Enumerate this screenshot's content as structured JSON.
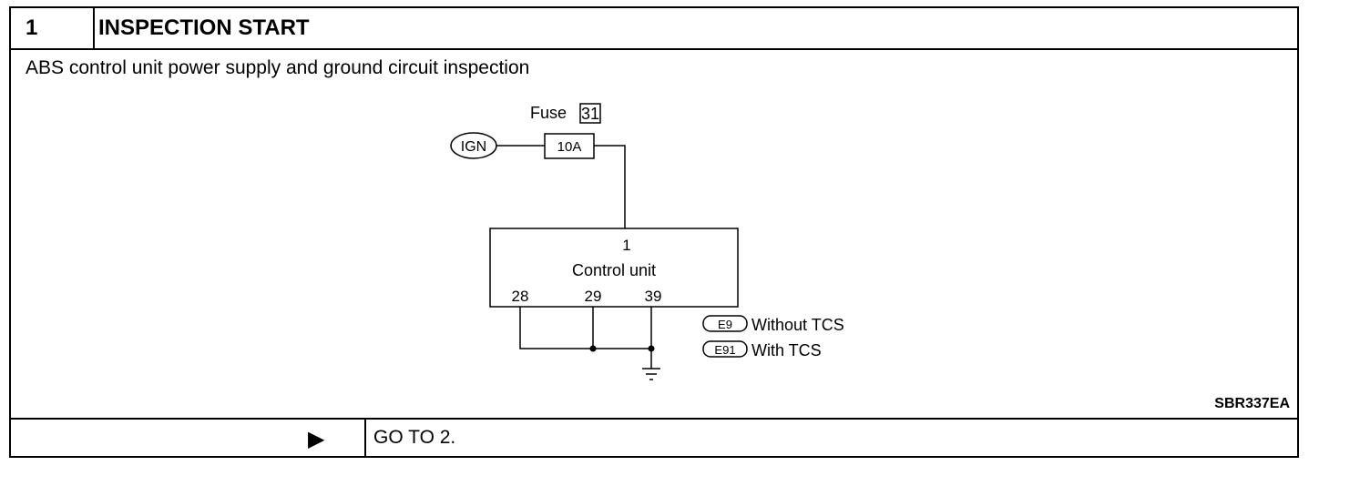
{
  "header": {
    "number": "1",
    "title": "INSPECTION START"
  },
  "description": "ABS control unit power supply and ground circuit inspection",
  "diagram": {
    "fuse_label": "Fuse",
    "fuse_number": "31",
    "ign_label": "IGN",
    "fuse_rating": "10A",
    "control_unit": {
      "label": "Control unit",
      "pin_top": "1",
      "pin_a": "28",
      "pin_b": "29",
      "pin_c": "39"
    },
    "connectors": [
      {
        "id": "E9",
        "note": "Without TCS"
      },
      {
        "id": "E91",
        "note": "With TCS"
      }
    ],
    "reference_code": "SBR337EA"
  },
  "footer": {
    "arrow_icon": "triangle-right-icon",
    "action": "GO TO 2."
  }
}
